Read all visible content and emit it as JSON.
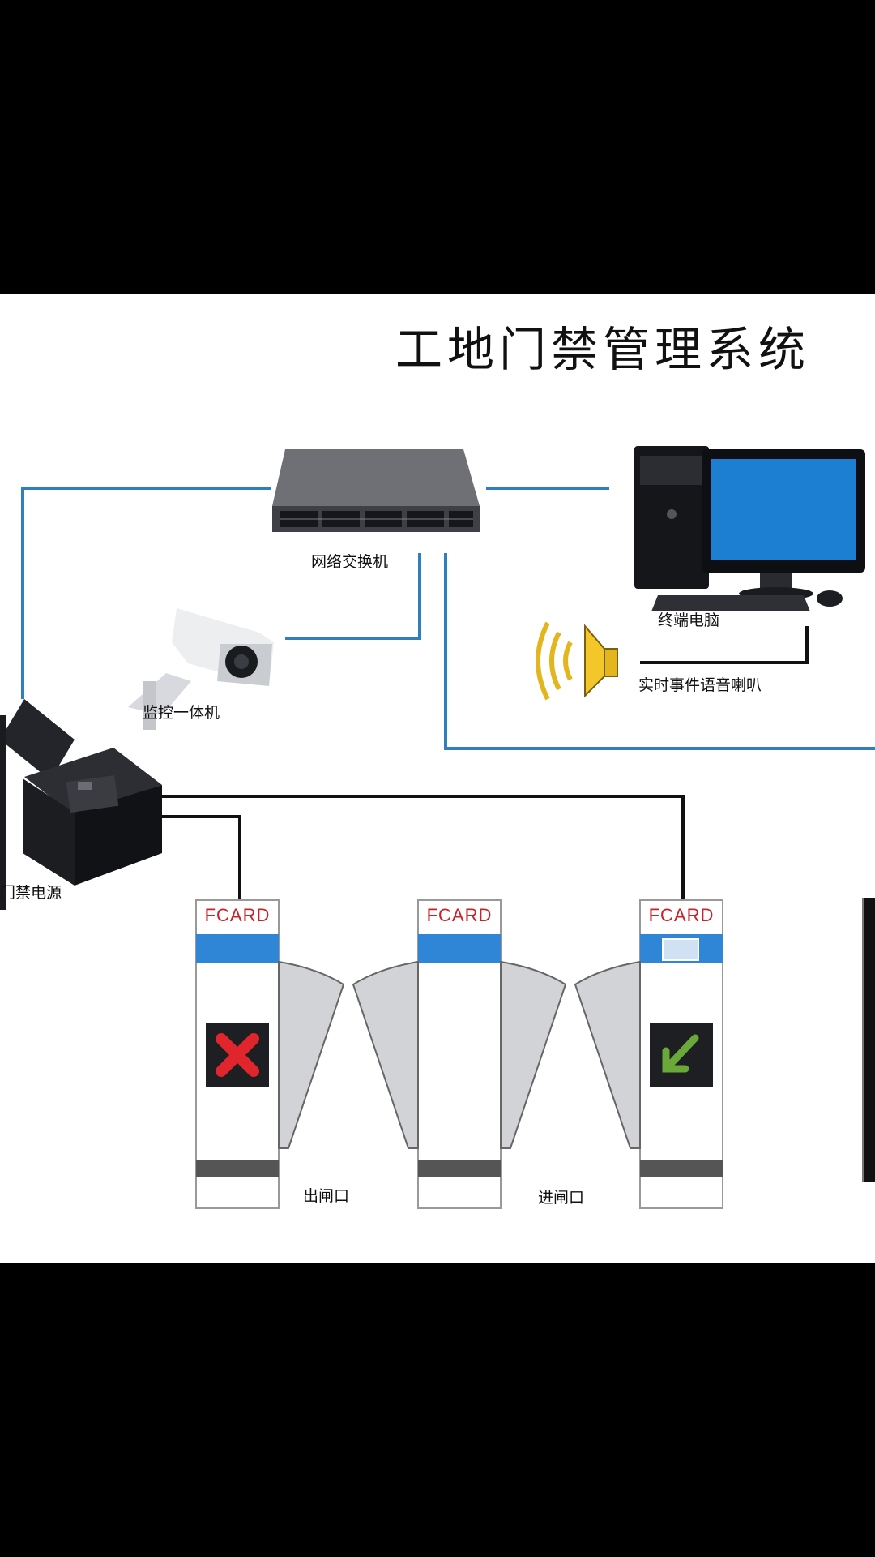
{
  "title": "工地门禁管理系统",
  "nodes": {
    "switch": "网络交换机",
    "camera": "监控一体机",
    "computer": "终端电脑",
    "speaker": "实时事件语音喇叭",
    "power": "门禁电源"
  },
  "gates": {
    "brand_left": "FCARD",
    "brand_middle": "FCARD",
    "brand_right": "FCARD",
    "exit_label": "出闸口",
    "entry_label": "进闸口"
  },
  "colors": {
    "network_line": "#2f7fc0",
    "power_line": "#111111",
    "gate_blue": "#2f86d6",
    "brand_red": "#c8232a",
    "deny_red": "#e0262c",
    "allow_green": "#4f8a2a"
  }
}
